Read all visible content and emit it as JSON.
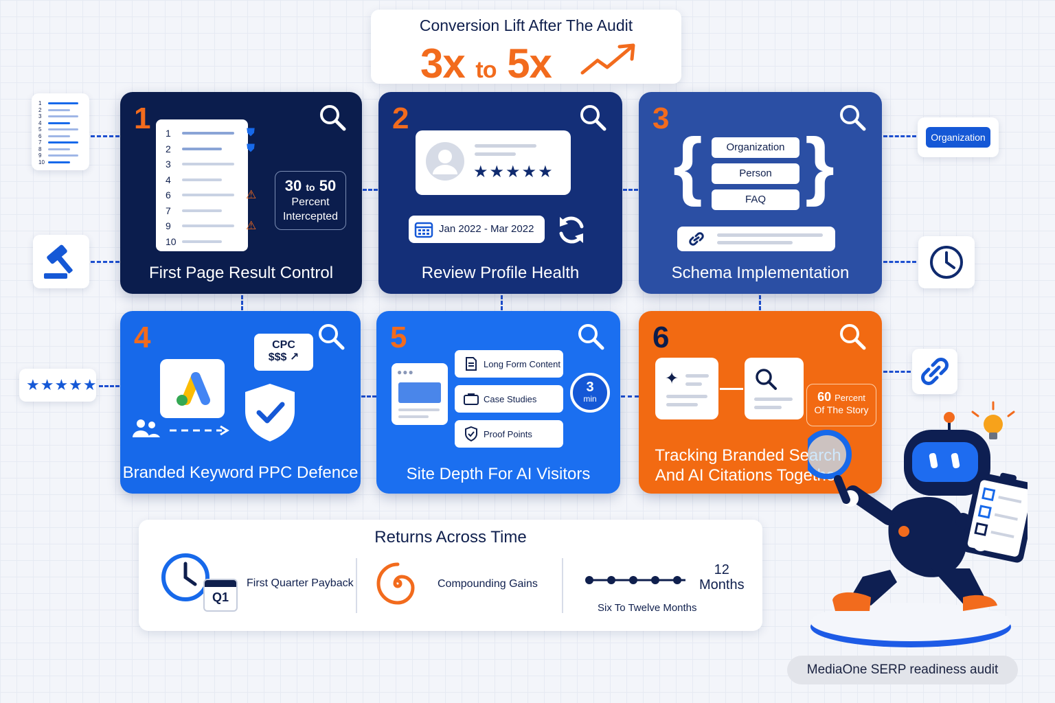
{
  "header": {
    "title": "Conversion Lift After The Audit",
    "value_low": "3x",
    "value_to": "to",
    "value_high": "5x"
  },
  "cards": [
    {
      "number": "1",
      "title": "First Page Result Control"
    },
    {
      "number": "2",
      "title": "Review Profile Health"
    },
    {
      "number": "3",
      "title": "Schema Implementation"
    },
    {
      "number": "4",
      "title": "Branded Keyword PPC Defence"
    },
    {
      "number": "5",
      "title": "Site Depth For AI Visitors"
    },
    {
      "number": "6",
      "title": "Tracking Branded Search\nAnd AI Citations Together"
    }
  ],
  "card1": {
    "ranks": [
      "1",
      "2",
      "3",
      "4",
      "6",
      "7",
      "9",
      "10"
    ],
    "badge_num_low": "30",
    "badge_to": "to",
    "badge_num_high": "50",
    "badge_line1": "Percent",
    "badge_line2": "Intercepted"
  },
  "left_list_ranks": [
    "1",
    "2",
    "3",
    "4",
    "5",
    "6",
    "7",
    "8",
    "9",
    "10"
  ],
  "card2": {
    "date_range": "Jan 2022 - Mar 2022",
    "stars": "★★★★★"
  },
  "card3": {
    "schema_types": [
      "Organization",
      "Person",
      "FAQ"
    ]
  },
  "side_right_top_label": "Organization",
  "side_left_stars": "★★★★★",
  "card4": {
    "cpc_line1": "CPC",
    "cpc_line2": "$$$"
  },
  "card5": {
    "content_items": [
      "Long Form Content",
      "Case Studies",
      "Proof Points"
    ],
    "timer_value": "3",
    "timer_unit": "min"
  },
  "card6": {
    "badge_num": "60",
    "badge_unit": "Percent",
    "badge_line2": "Of The Story"
  },
  "returns": {
    "title": "Returns Across Time",
    "q1_label": "Q1",
    "item1": "First Quarter Payback",
    "item2": "Compounding Gains",
    "months_num": "12",
    "months_label": "Months",
    "item3": "Six To Twelve Months"
  },
  "footer": "MediaOne SERP readiness audit",
  "colors": {
    "accent_orange": "#f26b1d",
    "navy": "#0b1d4d",
    "blue": "#1769ea"
  }
}
